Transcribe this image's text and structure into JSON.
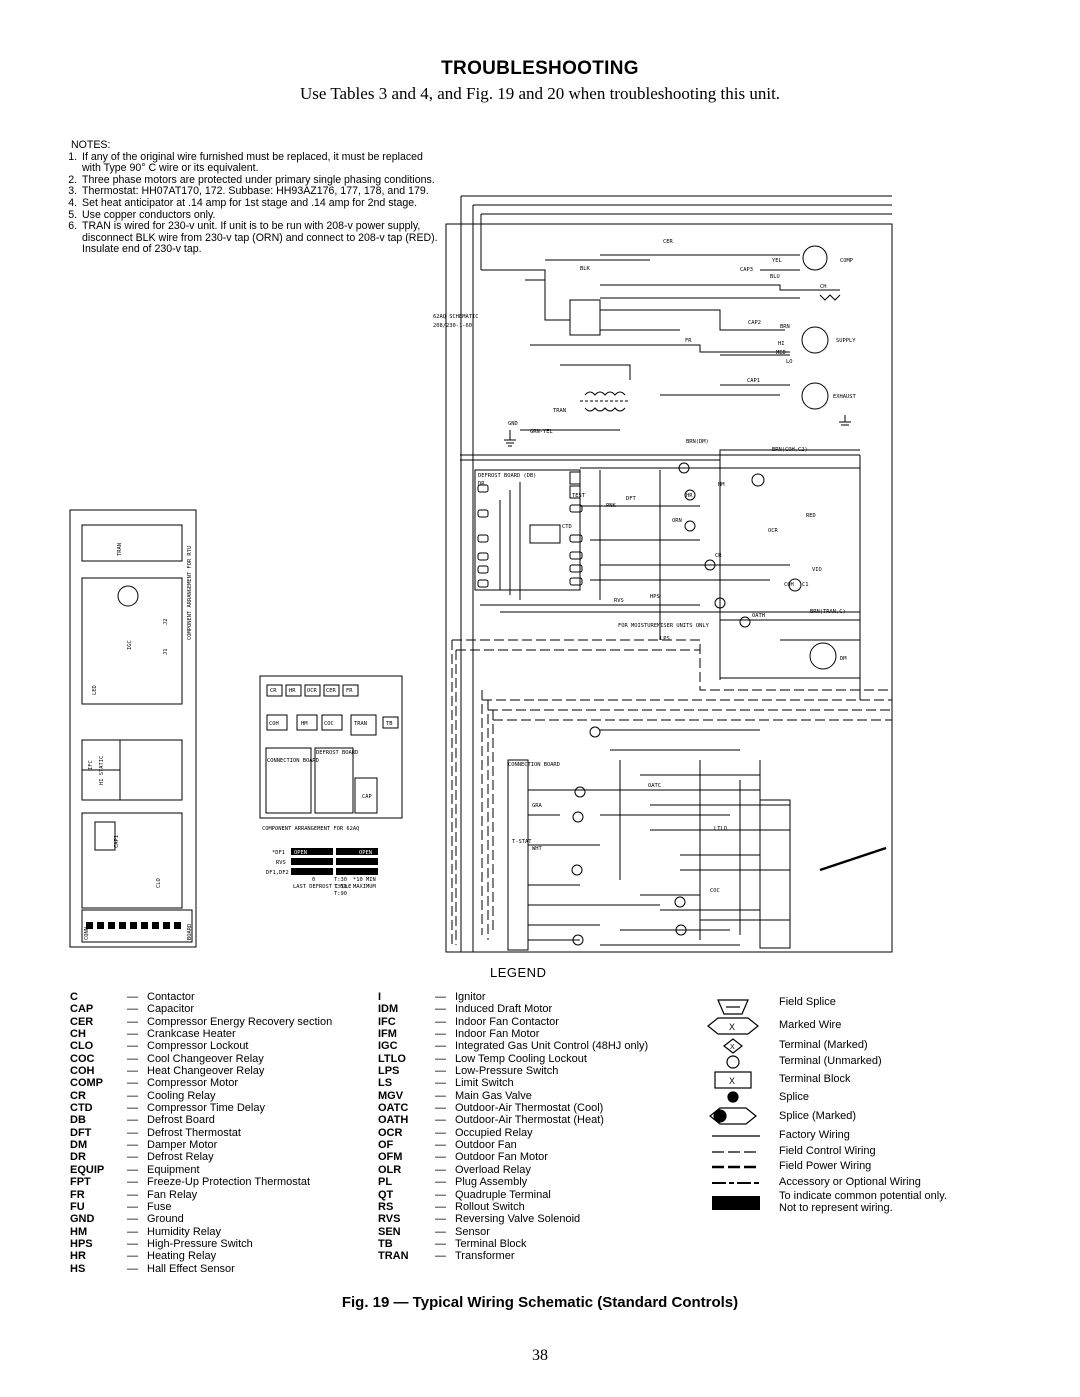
{
  "title": "TROUBLESHOOTING",
  "subtitle": "Use Tables 3 and 4, and Fig. 19 and 20 when troubleshooting this unit.",
  "notes": {
    "header": "NOTES:",
    "items": [
      "If any of the original wire furnished must be replaced, it must be replaced with Type 90° C wire or its equivalent.",
      "Three phase motors are protected under primary single phasing conditions.",
      "Thermostat: HH07AT170, 172. Subbase: HH93AZ176, 177, 178, and 179.",
      "Set heat anticipator at .14 amp for 1st stage and .14 amp for 2nd stage.",
      "Use copper conductors only.",
      "TRAN is wired for 230-v unit. If unit is to be run with 208-v power supply, disconnect BLK wire from 230-v tap (ORN) and connect to 208-v tap (RED). Insulate end of 230-v tap."
    ]
  },
  "schematic": {
    "title_line1": "62AQ SCHEMATIC",
    "title_line2": "208/230-1-60",
    "labels": [
      "CER",
      "BLK",
      "YEL",
      "CAP3",
      "BLU",
      "COMP",
      "CH",
      "CAP2",
      "FR",
      "BRN",
      "SUPPLY",
      "HI",
      "MED",
      "LO",
      "CAP1",
      "EXHAUST",
      "TRAN",
      "GND",
      "GRN-YEL",
      "BRN(DM)",
      "BRN(COH,C2)",
      "DEFROST BOARD (DB)",
      "DR",
      "DFT",
      "TEST",
      "CTD",
      "HR",
      "HM",
      "PNK",
      "ORN",
      "RED",
      "OCR",
      "CR",
      "VIO",
      "COH",
      "C1",
      "RVS",
      "HPS",
      "OATH",
      "BRN(TRAN,C)",
      "FOR MOISTUREMISER UNITS ONLY",
      "LPS",
      "DM",
      "WHT",
      "GRA",
      "OATC",
      "LTLO",
      "COC",
      "CONNECTION BOARD",
      "T-STAT"
    ],
    "component_arrangement_rtu": "COMPONENT ARRANGEMENT FOR RTU",
    "rtu_labels": [
      "TRAN",
      "IGC",
      "J2",
      "J1",
      "LED",
      "IFC",
      "HI STATIC",
      "CAP1",
      "CLO",
      "CONN",
      "BOARD"
    ],
    "component_arrangement_62aq": "COMPONENT ARRANGEMENT FOR 62AQ",
    "aq_boxes": [
      "CR",
      "HR",
      "OCR",
      "CER",
      "FR",
      "COH",
      "HM",
      "COC",
      "TRAN",
      "TB",
      "CONNECTION BOARD",
      "DEFROST BOARD",
      "CAP"
    ],
    "dip_table": {
      "rows": [
        "*DF1",
        "RVS",
        "DF1,DF2"
      ],
      "cols": [
        "OPEN",
        "OPEN"
      ],
      "timing": [
        "0",
        "T:30",
        "T:50",
        "T:90",
        "*10 MIN",
        "MAXIMUM"
      ],
      "caption_left": "LAST DEFROST CYCLE"
    }
  },
  "legend": {
    "heading": "LEGEND",
    "col1": [
      [
        "C",
        "Contactor"
      ],
      [
        "CAP",
        "Capacitor"
      ],
      [
        "CER",
        "Compressor Energy Recovery section"
      ],
      [
        "CH",
        "Crankcase Heater"
      ],
      [
        "CLO",
        "Compressor Lockout"
      ],
      [
        "COC",
        "Cool Changeover Relay"
      ],
      [
        "COH",
        "Heat Changeover Relay"
      ],
      [
        "COMP",
        "Compressor Motor"
      ],
      [
        "CR",
        "Cooling Relay"
      ],
      [
        "CTD",
        "Compressor Time Delay"
      ],
      [
        "DB",
        "Defrost Board"
      ],
      [
        "DFT",
        "Defrost Thermostat"
      ],
      [
        "DM",
        "Damper Motor"
      ],
      [
        "DR",
        "Defrost Relay"
      ],
      [
        "EQUIP",
        "Equipment"
      ],
      [
        "FPT",
        "Freeze-Up Protection Thermostat"
      ],
      [
        "FR",
        "Fan Relay"
      ],
      [
        "FU",
        "Fuse"
      ],
      [
        "GND",
        "Ground"
      ],
      [
        "HM",
        "Humidity Relay"
      ],
      [
        "HPS",
        "High-Pressure Switch"
      ],
      [
        "HR",
        "Heating Relay"
      ],
      [
        "HS",
        "Hall Effect Sensor"
      ]
    ],
    "col2": [
      [
        "I",
        "Ignitor"
      ],
      [
        "IDM",
        "Induced Draft Motor"
      ],
      [
        "IFC",
        "Indoor Fan Contactor"
      ],
      [
        "IFM",
        "Indoor Fan Motor"
      ],
      [
        "IGC",
        "Integrated Gas Unit Control (48HJ only)"
      ],
      [
        "LTLO",
        "Low Temp Cooling Lockout"
      ],
      [
        "LPS",
        "Low-Pressure Switch"
      ],
      [
        "LS",
        "Limit Switch"
      ],
      [
        "MGV",
        "Main Gas Valve"
      ],
      [
        "OATC",
        "Outdoor-Air Thermostat (Cool)"
      ],
      [
        "OATH",
        "Outdoor-Air Thermostat (Heat)"
      ],
      [
        "OCR",
        "Occupied Relay"
      ],
      [
        "OF",
        "Outdoor Fan"
      ],
      [
        "OFM",
        "Outdoor Fan Motor"
      ],
      [
        "OLR",
        "Overload Relay"
      ],
      [
        "PL",
        "Plug Assembly"
      ],
      [
        "QT",
        "Quadruple Terminal"
      ],
      [
        "RS",
        "Rollout Switch"
      ],
      [
        "RVS",
        "Reversing Valve Solenoid"
      ],
      [
        "SEN",
        "Sensor"
      ],
      [
        "TB",
        "Terminal Block"
      ],
      [
        "TRAN",
        "Transformer"
      ]
    ],
    "dash": "—",
    "symbols": [
      "Field Splice",
      "Marked Wire",
      "Terminal (Marked)",
      "Terminal (Unmarked)",
      "Terminal Block",
      "Splice",
      "Splice (Marked)",
      "Factory Wiring",
      "Field Control Wiring",
      "Field Power Wiring",
      "Accessory or Optional Wiring",
      "To indicate common potential only. Not to represent wiring."
    ],
    "symbol_mark": "X"
  },
  "caption": "Fig. 19 — Typical Wiring Schematic (Standard Controls)",
  "page_number": "38"
}
